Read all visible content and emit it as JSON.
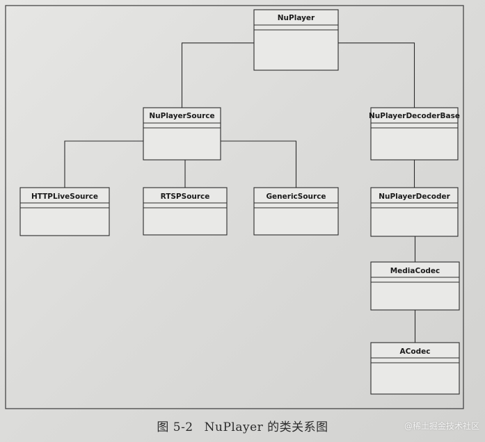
{
  "diagram": {
    "nodes": [
      {
        "id": "nuplayer",
        "name": "NuPlayer"
      },
      {
        "id": "nuplayer-source",
        "name": "NuPlayerSource"
      },
      {
        "id": "nuplayer-decoder-base",
        "name": "NuPlayerDecoderBase"
      },
      {
        "id": "httplive-source",
        "name": "HTTPLiveSource"
      },
      {
        "id": "rtsp-source",
        "name": "RTSPSource"
      },
      {
        "id": "generic-source",
        "name": "GenericSource"
      },
      {
        "id": "nuplayer-decoder",
        "name": "NuPlayerDecoder"
      },
      {
        "id": "media-codec",
        "name": "MediaCodec"
      },
      {
        "id": "acodec",
        "name": "ACodec"
      }
    ],
    "edges": [
      {
        "from": "nuplayer",
        "to": "nuplayer-source"
      },
      {
        "from": "nuplayer",
        "to": "nuplayer-decoder-base"
      },
      {
        "from": "nuplayer-source",
        "to": "httplive-source"
      },
      {
        "from": "nuplayer-source",
        "to": "rtsp-source"
      },
      {
        "from": "nuplayer-source",
        "to": "generic-source"
      },
      {
        "from": "nuplayer-decoder-base",
        "to": "nuplayer-decoder"
      },
      {
        "from": "nuplayer-decoder",
        "to": "media-codec"
      },
      {
        "from": "media-codec",
        "to": "acodec"
      }
    ]
  },
  "caption": {
    "figure_number": "图 5-2",
    "text": "NuPlayer 的类关系图"
  },
  "watermark": "@稀土掘金技术社区"
}
